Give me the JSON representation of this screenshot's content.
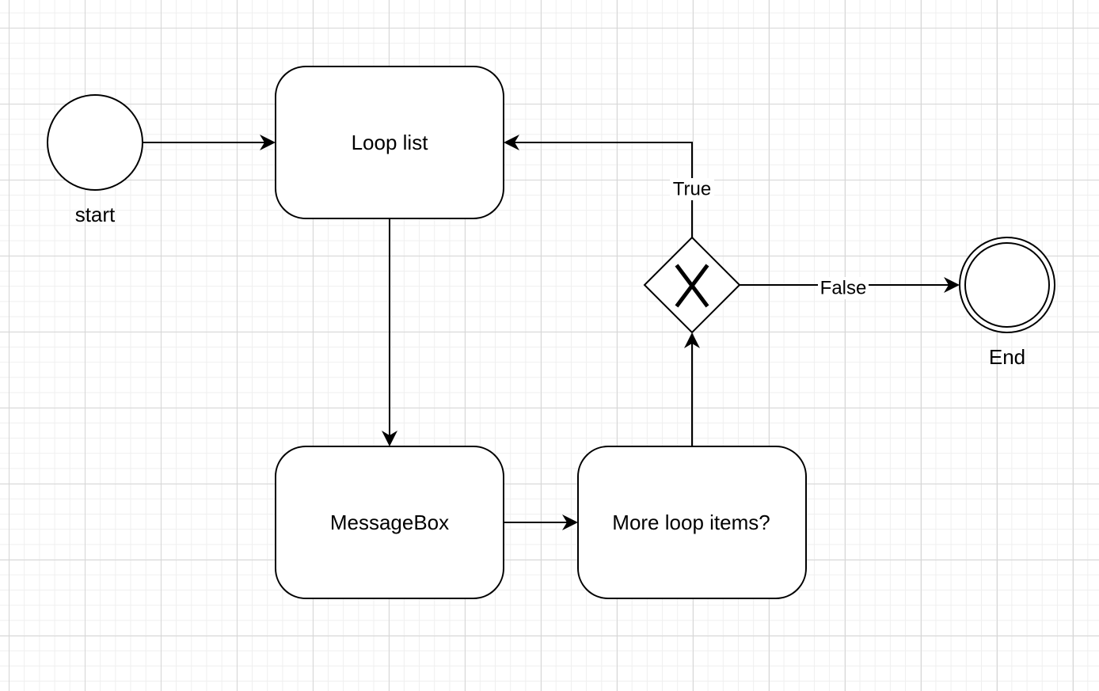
{
  "diagram": {
    "start_event": {
      "label": "start"
    },
    "end_event": {
      "label": "End"
    },
    "tasks": {
      "loop_list": "Loop list",
      "message_box": "MessageBox",
      "more_loop_items": "More loop items?"
    },
    "gateway": {
      "type": "exclusive",
      "icon": "x-icon"
    },
    "edges": {
      "true_label": "True",
      "false_label": "False"
    }
  }
}
